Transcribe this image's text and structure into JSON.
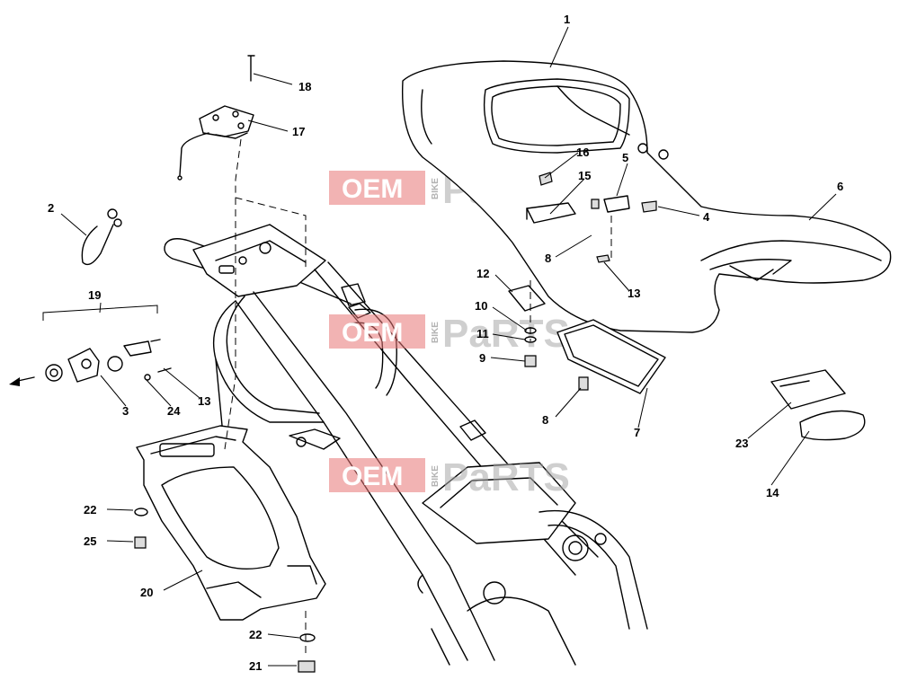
{
  "watermark": {
    "oem": "OEM",
    "bike": "BIKE",
    "parts": "PaRTS",
    "box_color": "#e87575"
  },
  "callouts": {
    "c1": "1",
    "c2": "2",
    "c3": "3",
    "c4": "4",
    "c5": "5",
    "c6": "6",
    "c7": "7",
    "c8a": "8",
    "c8b": "8",
    "c9": "9",
    "c10": "10",
    "c11": "11",
    "c12": "12",
    "c13a": "13",
    "c13b": "13",
    "c14": "14",
    "c15": "15",
    "c16": "16",
    "c17": "17",
    "c18": "18",
    "c19": "19",
    "c20": "20",
    "c21": "21",
    "c22a": "22",
    "c22b": "22",
    "c23": "23",
    "c24": "24",
    "c25": "25"
  }
}
